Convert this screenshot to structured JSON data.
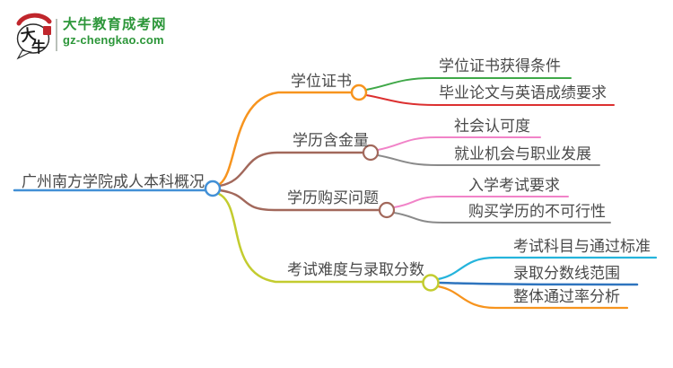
{
  "logo": {
    "title": "大牛教育成考网",
    "url": "gz-chengkao.com",
    "icon_char_top": "大",
    "icon_char_bottom": "牛",
    "brand_color": "#2C9639"
  },
  "colors": {
    "central_blue": "#4290D6",
    "orange": "#F7941E",
    "green": "#3FA848",
    "red": "#DC3030",
    "brown": "#A2685B",
    "pink": "#F183C8",
    "gray": "#8A8A8A",
    "yellow_green": "#C3CC2F",
    "cyan": "#25B4DC",
    "blue": "#2E74BE",
    "text": "#4A4A4A",
    "seal_red": "#C0262C"
  },
  "map": {
    "root": {
      "label": "广州南方学院成人本科概况"
    },
    "branches": [
      {
        "label": "学位证书",
        "children": [
          {
            "label": "学位证书获得条件"
          },
          {
            "label": "毕业论文与英语成绩要求"
          }
        ]
      },
      {
        "label": "学历含金量",
        "children": [
          {
            "label": "社会认可度"
          },
          {
            "label": "就业机会与职业发展"
          }
        ]
      },
      {
        "label": "学历购买问题",
        "children": [
          {
            "label": "入学考试要求"
          },
          {
            "label": "购买学历的不可行性"
          }
        ]
      },
      {
        "label": "考试难度与录取分数",
        "children": [
          {
            "label": "考试科目与通过标准"
          },
          {
            "label": "录取分数线范围"
          },
          {
            "label": "整体通过率分析"
          }
        ]
      }
    ]
  }
}
